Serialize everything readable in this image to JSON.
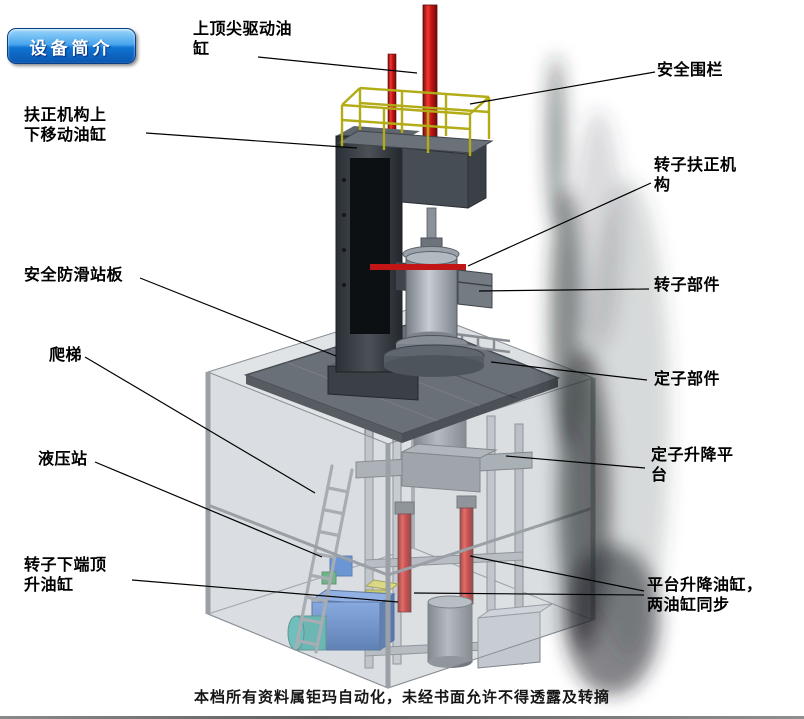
{
  "page": {
    "badge_label": "设备简介",
    "watermark": "本档所有资料属钜玛自动化，未经书面允许不得透露及转摘"
  },
  "labels": {
    "top_drive_cylinder": "上顶尖驱动油\n缸",
    "safety_fence": "安全围栏",
    "centering_lift_cylinder": "扶正机构上\n下移动油缸",
    "rotor_centering_mech": "转子扶正机\n构",
    "antislip_board": "安全防滑站板",
    "rotor_part": "转子部件",
    "ladder": "爬梯",
    "stator_part": "定子部件",
    "hydraulic_station": "液压站",
    "stator_lift_platform": "定子升降平\n台",
    "rotor_bottom_jack_cylinder": "转子下端顶\n升油缸",
    "platform_lift_cylinders": "平台升降油缸，\n两油缸同步"
  },
  "colors": {
    "badge_blue": "#1173d2",
    "cylinder_red": "#c31414",
    "railing_yellow": "#b2ac17",
    "hydraulic_blue": "#2f6fd0"
  }
}
